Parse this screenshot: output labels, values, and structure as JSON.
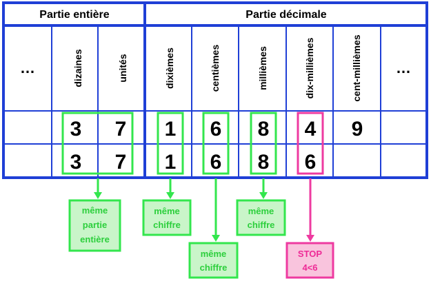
{
  "headers": {
    "integer_part": "Partie entière",
    "decimal_part": "Partie décimale"
  },
  "columns": {
    "ellipsis_left": "…",
    "tens": "dizaines",
    "units": "unités",
    "tenths": "dixièmes",
    "hundredths": "centièmes",
    "thousandths": "millièmes",
    "ten_thousandths": "dix-millièmes",
    "hundred_thousandths": "cent-millièmes",
    "ellipsis_right": "…"
  },
  "row1": {
    "tens": "3",
    "units": "7",
    "tenths": "1",
    "hundredths": "6",
    "thousandths": "8",
    "ten_thousandths": "4",
    "hundred_thousandths": "9"
  },
  "row2": {
    "tens": "3",
    "units": "7",
    "tenths": "1",
    "hundredths": "6",
    "thousandths": "8",
    "ten_thousandths": "6"
  },
  "labels": {
    "same_integer": [
      "même",
      "partie",
      "entière"
    ],
    "same_digit_tenths": [
      "même",
      "chiffre"
    ],
    "same_digit_hundredths": [
      "même",
      "chiffre"
    ],
    "same_digit_thousandths": [
      "même",
      "chiffre"
    ],
    "stop": [
      "STOP",
      "4<6"
    ]
  },
  "colors": {
    "grid": "#1f3fd6",
    "same": "#33e64d",
    "same_fill": "#c9f5c9",
    "same_text": "#2ccf3c",
    "stop": "#ee3aa0",
    "stop_fill": "#f9c4dd",
    "stop_text": "#ee2a96"
  }
}
